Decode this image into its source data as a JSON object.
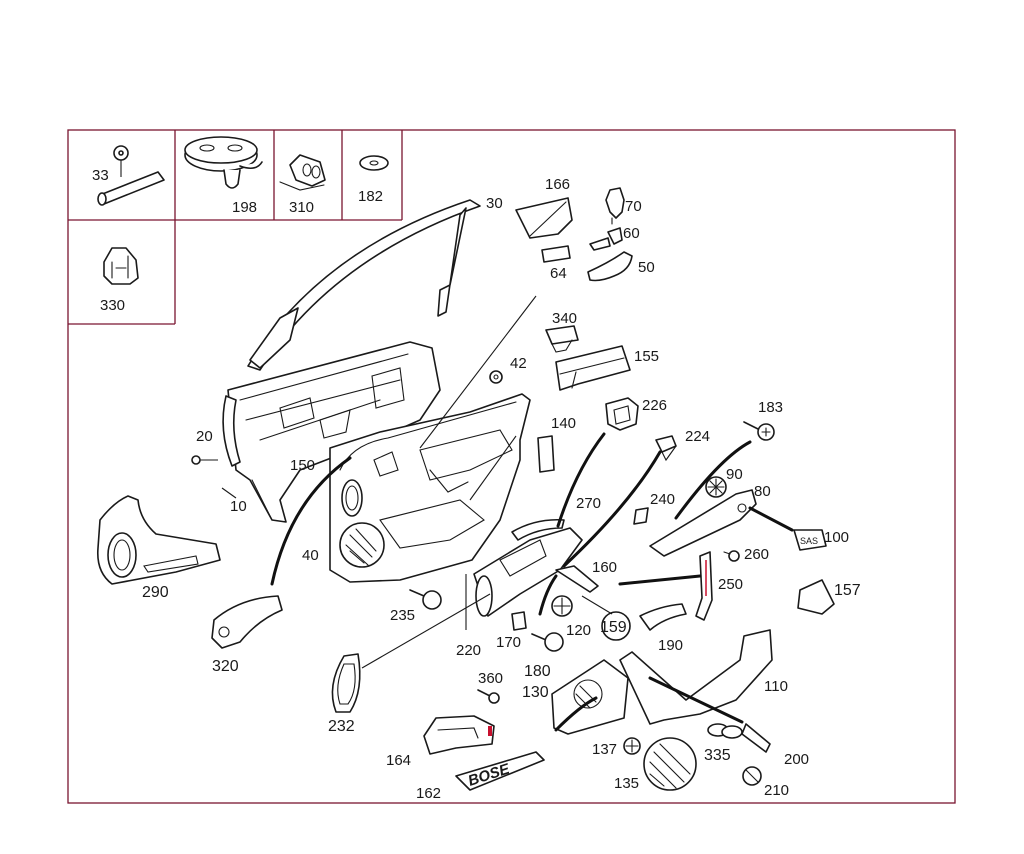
{
  "colors": {
    "frame": "#7a1530",
    "ink": "#1a1a1a",
    "accent": "#c8102e"
  },
  "insets": [
    {
      "id": "inset-33",
      "label": "33"
    },
    {
      "id": "inset-198",
      "label": "198"
    },
    {
      "id": "inset-310",
      "label": "310"
    },
    {
      "id": "inset-182",
      "label": "182"
    },
    {
      "id": "inset-330",
      "label": "330"
    }
  ],
  "callouts": [
    "30",
    "166",
    "70",
    "60",
    "64",
    "50",
    "340",
    "42",
    "155",
    "20",
    "150",
    "140",
    "226",
    "183",
    "224",
    "10",
    "90",
    "80",
    "270",
    "240",
    "100",
    "290",
    "40",
    "260",
    "160",
    "250",
    "157",
    "235",
    "170",
    "120",
    "159",
    "190",
    "220",
    "320",
    "180",
    "110",
    "360",
    "130",
    "232",
    "137",
    "335",
    "200",
    "164",
    "135",
    "210",
    "162"
  ],
  "badges": {
    "sas": "SAS",
    "brand": "BOSE"
  }
}
